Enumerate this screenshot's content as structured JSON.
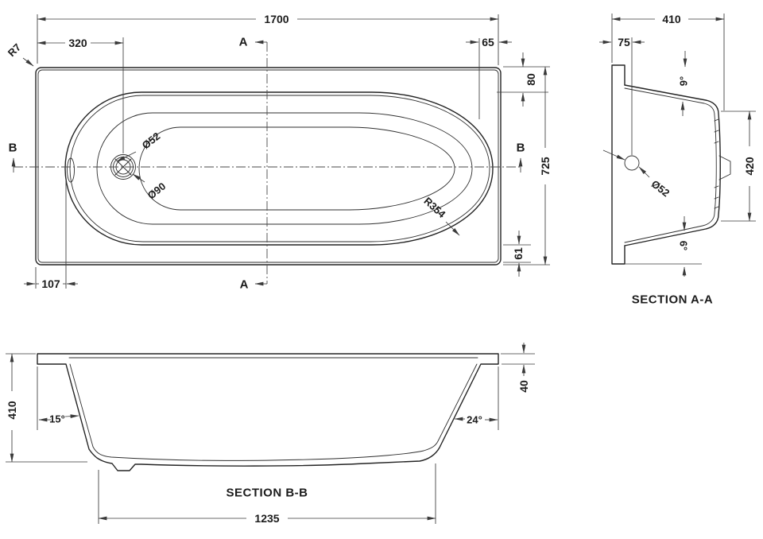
{
  "colors": {
    "background": "#ffffff",
    "line": "#242424",
    "dimension": "#3a3a3a"
  },
  "top_view": {
    "dim_overall_length": "1700",
    "dim_drain_offset_x": "320",
    "dim_right_inset": "65",
    "corner_radius": "R7",
    "dim_top_inset": "80",
    "dim_overall_width": "725",
    "dim_bottom_inset": "61",
    "dim_left_inset": "107",
    "drain_diameter": "Ø52",
    "waste_diameter": "Ø90",
    "end_radius": "R354",
    "marker_a": "A",
    "marker_b": "B"
  },
  "section_aa": {
    "title": "SECTION A-A",
    "dim_depth": "410",
    "dim_drain_offset": "75",
    "angle_top": "9°",
    "drain_diameter": "Ø52",
    "dim_inner_height": "420",
    "angle_bottom": "6°"
  },
  "section_bb": {
    "title": "SECTION B-B",
    "dim_height": "410",
    "angle_left": "15°",
    "angle_right": "24°",
    "dim_rim_height": "40",
    "dim_base_length": "1235"
  }
}
